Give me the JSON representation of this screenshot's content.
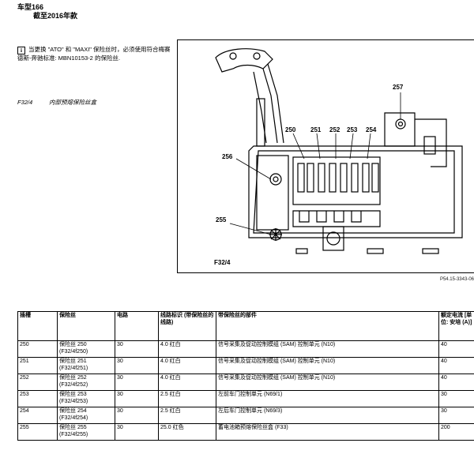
{
  "header": {
    "line1": "车型166",
    "line2": "截至2016年款"
  },
  "note": {
    "icon": "info-icon",
    "text": "当更换 \"ATO\" 和 \"MAXI\" 保险丝时，必须使用符合梅赛德斯-奔驰标准: MBN10153-2 的保险丝."
  },
  "caption": {
    "code": "F32/4",
    "title": "内部预熔保险丝盒"
  },
  "figure": {
    "callouts": [
      "250",
      "251",
      "252",
      "253",
      "254",
      "257",
      "256",
      "255",
      "F32/4"
    ],
    "ref": "P54.15-3343-06"
  },
  "table": {
    "headers": [
      "插槽",
      "保险丝",
      "电路",
      "线路标识 (带保险丝的线路)",
      "带保险丝的部件",
      "额定电流 [单位: 安培 (A)]"
    ],
    "rows": [
      [
        "250",
        "保险丝 250 (F32/4f250)",
        "30",
        "4.0 红白",
        "信号采集及促动控制模组 (SAM) 控制单元 (N10)",
        "40"
      ],
      [
        "251",
        "保险丝 251 (F32/4f251)",
        "30",
        "4.0 红白",
        "信号采集及促动控制模组 (SAM) 控制单元 (N10)",
        "40"
      ],
      [
        "252",
        "保险丝 252 (F32/4f252)",
        "30",
        "4.0 红白",
        "信号采集及促动控制模组 (SAM) 控制单元 (N10)",
        "40"
      ],
      [
        "253",
        "保险丝 253 (F32/4f253)",
        "30",
        "2.5 红白",
        "左前车门控制单元 (N69/1)",
        "30"
      ],
      [
        "254",
        "保险丝 254 (F32/4f254)",
        "30",
        "2.5 红白",
        "左后车门控制单元 (N69/3)",
        "30"
      ],
      [
        "255",
        "保险丝 255 (F32/4f255)",
        "30",
        "25.0 红色",
        "蓄电池箱预熔保险丝盒 (F33)",
        "200"
      ]
    ]
  }
}
